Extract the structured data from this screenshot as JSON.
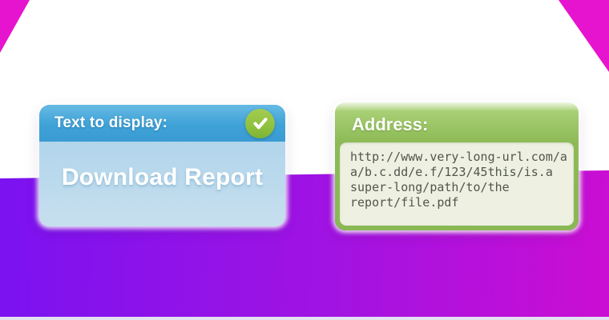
{
  "background": {
    "top": "#ffffff",
    "band_left": "#7a12f1",
    "band_mid": "#a113e2",
    "band_right": "#cb0ed3",
    "corner_accent": "#e714cf",
    "bottom_strip": "#e3e0f1"
  },
  "display_card": {
    "header": "Text to display:",
    "value": "Download Report",
    "header_color": "#3fa2d7",
    "body_color": "#bedaed",
    "check_icon": "checkmark",
    "check_color": "#8fc13f"
  },
  "address_card": {
    "header": "Address:",
    "url_lines": [
      "http://www.very-long-url.com/a",
      "a/b.c.dd/e.f/123/45this/is.a",
      "super-long/path/to/the",
      "report/file.pdf"
    ],
    "header_color": "#8cba55",
    "body_color": "#eef0e2"
  }
}
